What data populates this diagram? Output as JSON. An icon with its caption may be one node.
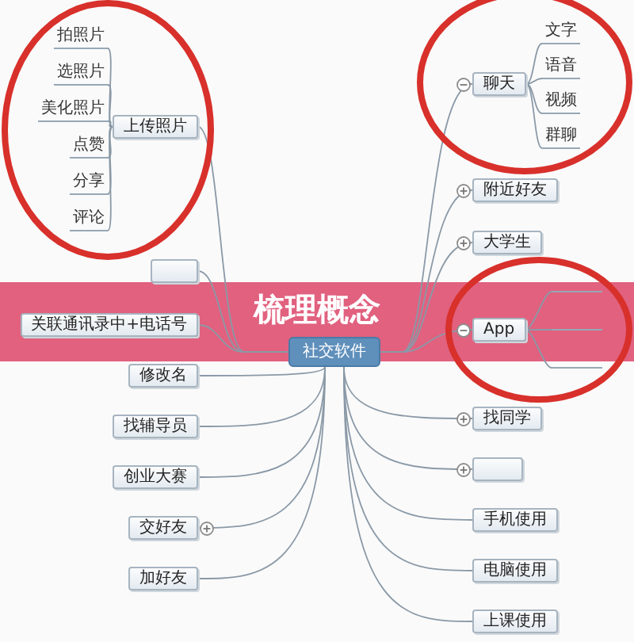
{
  "diagram": {
    "title": "梳理概念",
    "nodes": [
      {
        "text": [
          "上传照片"
        ]
      },
      {
        "text": [
          "拍照片"
        ]
      },
      {
        "text": [
          "选照片"
        ]
      },
      {
        "text": [
          "美化照片"
        ]
      },
      {
        "text": [
          "点赞"
        ]
      },
      {
        "text": [
          "分享"
        ]
      },
      {
        "text": [
          "评论"
        ]
      },
      {
        "text": [
          "聊天"
        ]
      },
      {
        "text": [
          "文字"
        ]
      },
      {
        "text": [
          "语音"
        ]
      },
      {
        "text": [
          "视频"
        ]
      },
      {
        "text": [
          "群聊"
        ]
      },
      {
        "text": [
          "附近好友"
        ]
      },
      {
        "text": [
          "大学生"
        ]
      },
      {
        "text": [],
        "shape": "box"
      },
      {
        "text": [
          "关联通讯录中+电话号"
        ]
      },
      {
        "text": [
          "社交软件"
        ]
      },
      {
        "text": [
          "App"
        ]
      },
      {
        "text": [],
        "shape": "line"
      },
      {
        "text": [],
        "shape": "line"
      },
      {
        "text": [],
        "shape": "line"
      },
      {
        "text": [
          "修改名"
        ]
      },
      {
        "text": [
          "找辅导员"
        ]
      },
      {
        "text": [
          "创业大赛"
        ]
      },
      {
        "text": [
          "交好友"
        ]
      },
      {
        "text": [
          "加好友"
        ]
      },
      {
        "text": [
          "找同学"
        ]
      },
      {
        "text": [],
        "shape": "box"
      },
      {
        "text": [
          "手机使用"
        ]
      },
      {
        "text": [
          "电脑使用"
        ]
      },
      {
        "text": [
          "上课使用"
        ]
      }
    ],
    "edges": [
      {
        "from": 16,
        "to": 0,
        "arrow": "none"
      },
      {
        "from": 16,
        "to": 14,
        "arrow": "none"
      },
      {
        "from": 16,
        "to": 15,
        "arrow": "none"
      },
      {
        "from": 16,
        "to": 21,
        "arrow": "none"
      },
      {
        "from": 16,
        "to": 22,
        "arrow": "none"
      },
      {
        "from": 16,
        "to": 23,
        "arrow": "none"
      },
      {
        "from": 16,
        "to": 24,
        "arrow": "none"
      },
      {
        "from": 16,
        "to": 25,
        "arrow": "none"
      },
      {
        "from": 16,
        "to": 7,
        "arrow": "none"
      },
      {
        "from": 16,
        "to": 12,
        "arrow": "none"
      },
      {
        "from": 16,
        "to": 13,
        "arrow": "none"
      },
      {
        "from": 16,
        "to": 17,
        "arrow": "none"
      },
      {
        "from": 16,
        "to": 26,
        "arrow": "none"
      },
      {
        "from": 16,
        "to": 27,
        "arrow": "none"
      },
      {
        "from": 16,
        "to": 28,
        "arrow": "none"
      },
      {
        "from": 16,
        "to": 29,
        "arrow": "none"
      },
      {
        "from": 16,
        "to": 30,
        "arrow": "none"
      },
      {
        "from": 0,
        "to": 1,
        "arrow": "none"
      },
      {
        "from": 0,
        "to": 2,
        "arrow": "none"
      },
      {
        "from": 0,
        "to": 3,
        "arrow": "none"
      },
      {
        "from": 0,
        "to": 4,
        "arrow": "none"
      },
      {
        "from": 0,
        "to": 5,
        "arrow": "none"
      },
      {
        "from": 0,
        "to": 6,
        "arrow": "none"
      },
      {
        "from": 7,
        "to": 8,
        "arrow": "none"
      },
      {
        "from": 7,
        "to": 9,
        "arrow": "none"
      },
      {
        "from": 7,
        "to": 10,
        "arrow": "none"
      },
      {
        "from": 7,
        "to": 11,
        "arrow": "none"
      },
      {
        "from": 17,
        "to": 18,
        "arrow": "none"
      },
      {
        "from": 17,
        "to": 19,
        "arrow": "none"
      },
      {
        "from": 17,
        "to": 20,
        "arrow": "none"
      }
    ]
  }
}
